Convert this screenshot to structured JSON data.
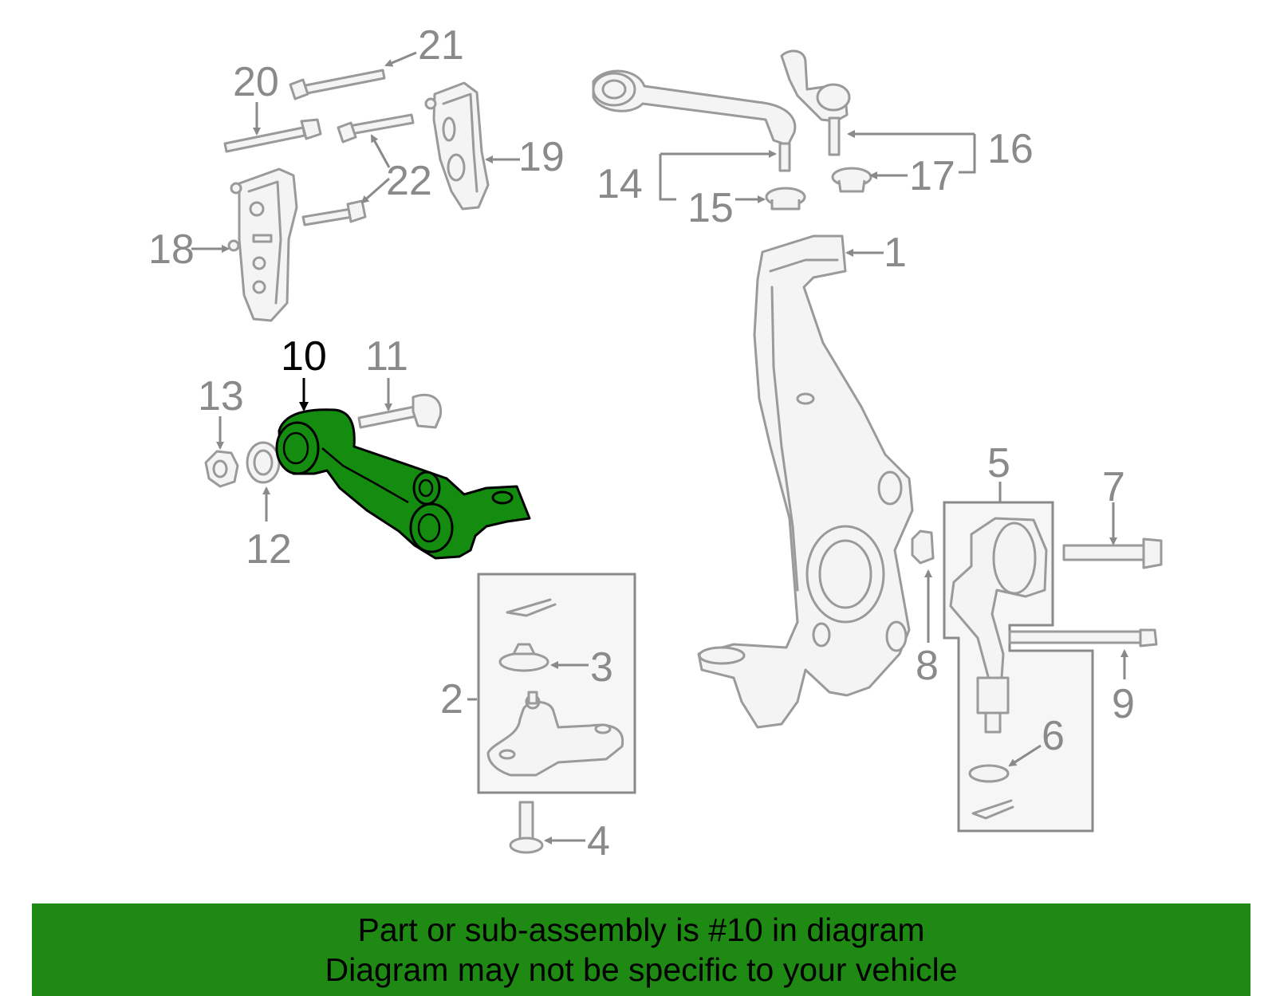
{
  "diagram": {
    "highlighted_part": "10",
    "highlight_color": "#148c0f",
    "callouts": {
      "c1": "1",
      "c2": "2",
      "c3": "3",
      "c4": "4",
      "c5": "5",
      "c6": "6",
      "c7": "7",
      "c8": "8",
      "c9": "9",
      "c10": "10",
      "c11": "11",
      "c12": "12",
      "c13": "13",
      "c14": "14",
      "c15": "15",
      "c16": "16",
      "c17": "17",
      "c18": "18",
      "c19": "19",
      "c20": "20",
      "c21": "21",
      "c22": "22"
    }
  },
  "banner": {
    "line1": "Part or sub-assembly is #10 in diagram",
    "line2": "Diagram may not be specific to your vehicle",
    "background": "#1e8a13"
  }
}
